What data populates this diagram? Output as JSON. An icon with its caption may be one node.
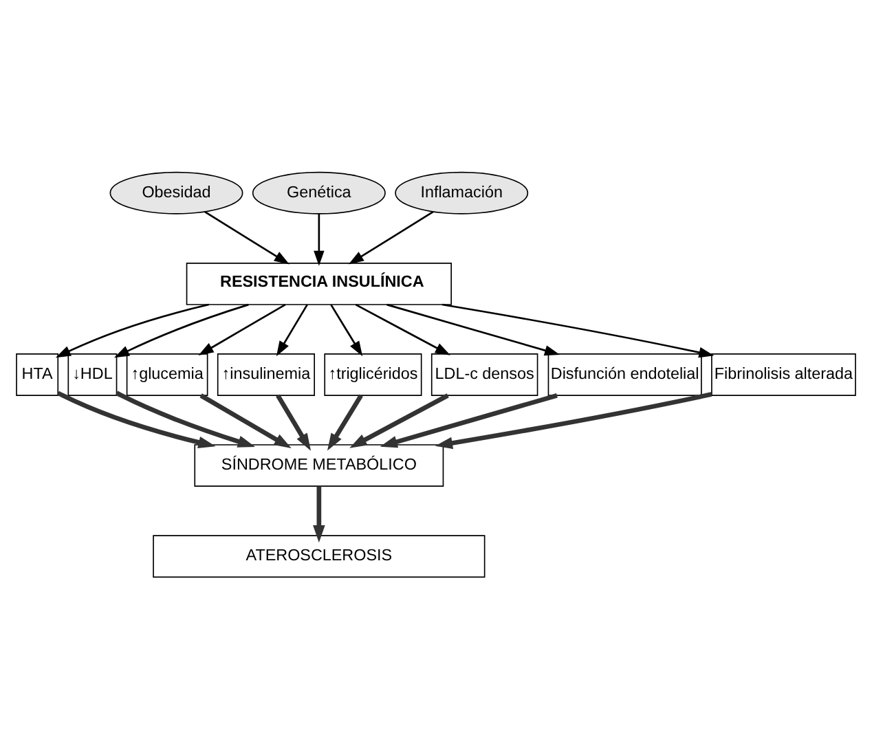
{
  "diagram": {
    "nodes": [
      {
        "text": [
          "Obesidad"
        ]
      },
      {
        "text": [
          "Genética"
        ]
      },
      {
        "text": [
          "Inflamación"
        ]
      },
      {
        "text": [
          "RESISTENCIA INSULÍNICA"
        ]
      },
      {
        "text": [
          "HTA"
        ]
      },
      {
        "text": [
          "↓HDL"
        ]
      },
      {
        "text": [
          "↑glucemia"
        ]
      },
      {
        "text": [
          "↑insulinemia"
        ]
      },
      {
        "text": [
          "↑triglicéridos"
        ]
      },
      {
        "text": [
          "LDL-c densos"
        ]
      },
      {
        "text": [
          "Disfunción endotelial"
        ]
      },
      {
        "text": [
          "Fibrinolisis alterada"
        ]
      },
      {
        "text": [
          "SÍNDROME METABÓLICO"
        ]
      },
      {
        "text": [
          "ATEROSCLEROSIS"
        ]
      }
    ],
    "edges": [
      {
        "from": 0,
        "to": 3,
        "arrow": "to"
      },
      {
        "from": 1,
        "to": 3,
        "arrow": "to"
      },
      {
        "from": 2,
        "to": 3,
        "arrow": "to"
      },
      {
        "from": 3,
        "to": 4,
        "arrow": "to"
      },
      {
        "from": 3,
        "to": 5,
        "arrow": "to"
      },
      {
        "from": 3,
        "to": 6,
        "arrow": "to"
      },
      {
        "from": 3,
        "to": 7,
        "arrow": "to"
      },
      {
        "from": 3,
        "to": 8,
        "arrow": "to"
      },
      {
        "from": 3,
        "to": 9,
        "arrow": "to"
      },
      {
        "from": 3,
        "to": 10,
        "arrow": "to"
      },
      {
        "from": 3,
        "to": 11,
        "arrow": "to"
      },
      {
        "from": 4,
        "to": 12,
        "arrow": "to",
        "style": "thick"
      },
      {
        "from": 5,
        "to": 12,
        "arrow": "to",
        "style": "thick"
      },
      {
        "from": 6,
        "to": 12,
        "arrow": "to",
        "style": "thick"
      },
      {
        "from": 7,
        "to": 12,
        "arrow": "to",
        "style": "thick"
      },
      {
        "from": 8,
        "to": 12,
        "arrow": "to",
        "style": "thick"
      },
      {
        "from": 9,
        "to": 12,
        "arrow": "to",
        "style": "thick"
      },
      {
        "from": 10,
        "to": 12,
        "arrow": "to",
        "style": "thick"
      },
      {
        "from": 11,
        "to": 12,
        "arrow": "to",
        "style": "thick"
      },
      {
        "from": 12,
        "to": 13,
        "arrow": "to",
        "style": "thick"
      }
    ]
  }
}
